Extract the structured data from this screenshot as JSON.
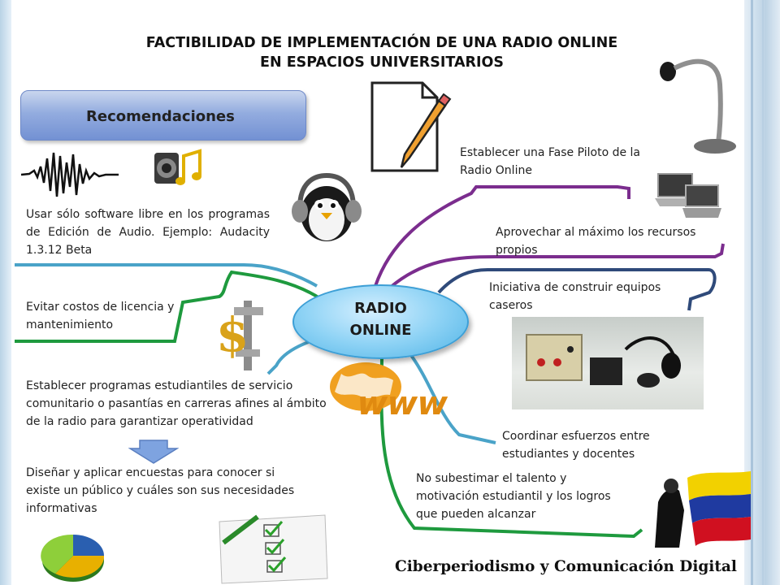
{
  "title": {
    "line1": "FACTIBILIDAD DE IMPLEMENTACIÓN DE UNA RADIO ONLINE",
    "line2": "EN ESPACIOS UNIVERSITARIOS"
  },
  "section_label": "Recomendaciones",
  "center": {
    "line1": "RADIO",
    "line2": "ONLINE"
  },
  "branches": {
    "software_libre": "Usar sólo software libre en los programas de Edición de Audio. Ejemplo: Audacity 1.3.12 Beta",
    "costos": "Evitar costos de licencia y mantenimiento",
    "programas": "Establecer programas estudiantiles de servicio comunitario o pasantías en carreras afines al ámbito de la radio para garantizar operatividad",
    "encuestas": "Diseñar y aplicar encuestas para conocer si existe un público y cuáles son sus necesidades informativas",
    "fase_piloto": "Establecer una Fase Piloto de la Radio Online",
    "recursos": "Aprovechar al máximo los recursos propios",
    "equipos": "Iniciativa de construir equipos caseros",
    "coordinar": "Coordinar esfuerzos entre estudiantes y docentes",
    "talento": "No subestimar el talento y motivación estudiantil y los logros que pueden alcanzar"
  },
  "www_label": "www",
  "footer": "Ciberperiodismo y Comunicación Digital",
  "icons": [
    "sound-wave-icon",
    "speaker-music-icon",
    "penguin-headphones-icon",
    "dollar-caliper-icon",
    "globe-www-icon",
    "down-arrow-icon",
    "pie-chart-icon",
    "checklist-icon",
    "document-pencil-icon",
    "microphone-icon",
    "laptops-icon",
    "homemade-equipment-photo",
    "venezuela-flag-photo"
  ],
  "colors": {
    "purple": "#7b2d8e",
    "dark_blue": "#2f4a7a",
    "light_blue": "#4aa3c8",
    "green": "#1e9a3e",
    "bubble": "#8fd3f5",
    "recommend_box": "#93acdf"
  }
}
